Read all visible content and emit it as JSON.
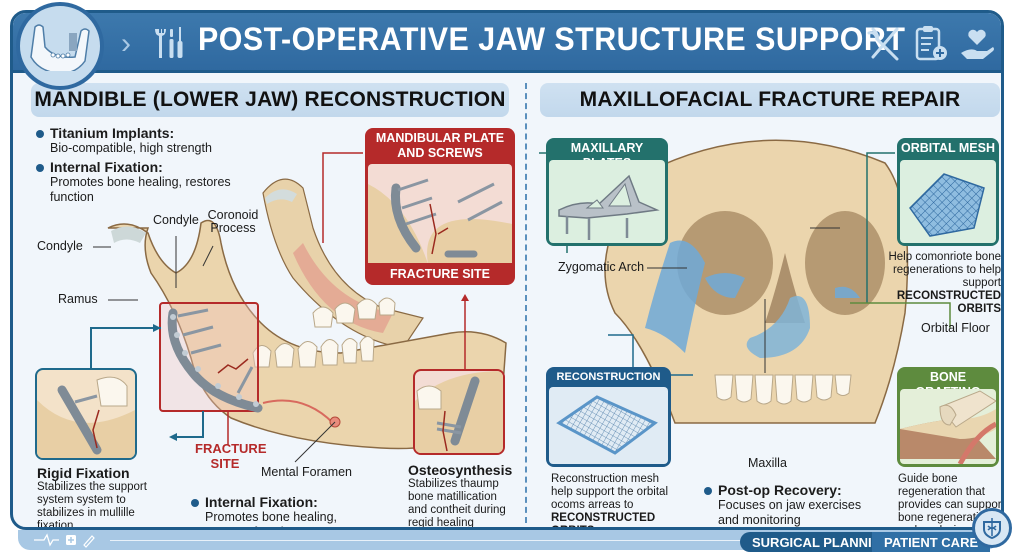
{
  "header": {
    "title": "POST-OPERATIVE JAW STRUCTURE SUPPORT",
    "logo_icon": "mandible-icon",
    "left_icons": [
      "chevron-right-icon",
      "surgical-tools-icon"
    ],
    "right_icons": [
      "surgical-instruments-icon",
      "clipboard-plus-icon",
      "heart-hand-icon"
    ]
  },
  "colors": {
    "primary_blue": "#2f69a0",
    "dark_blue": "#1f5b8a",
    "banner_blue": "#c7dbee",
    "red_accent": "#b52a2a",
    "teal_accent": "#23716c",
    "green_accent": "#5e8b3e",
    "implant_blue": "#6fa9d8",
    "bone": "#e8d2aa"
  },
  "left_section": {
    "title": "MANDIBLE (LOWER JAW) RECONSTRUCTION",
    "bullets": [
      {
        "title": "Titanium Implants:",
        "text": "Bio-compatible, high strength"
      },
      {
        "title": "Internal Fixation:",
        "text": "Promotes bone healing, restores function"
      }
    ],
    "anatomy_labels": {
      "condyle_left": "Condyle",
      "condyle_top": "Condyle",
      "coronoid": "Coronoid Process",
      "ramus": "Ramus",
      "mental_foramen": "Mental Foramen",
      "fracture_site": "FRACTURE SITE"
    },
    "plate_callout": {
      "title": "MANDIBULAR PLATE AND SCREWS",
      "footer": "FRACTURE SITE"
    },
    "rigid_fixation": {
      "title": "Rigid Fixation",
      "text": "Stabilizes the support system system to stabilizes in mullille fixation"
    },
    "bottom_bullet": {
      "title": "Internal Fixation:",
      "text": "Promotes bone healing, restores function"
    },
    "osteosynthesis": {
      "title": "Osteosynthesis",
      "text": "Stabilizes thaump bone matillication and contheit during regid healing"
    }
  },
  "right_section": {
    "title": "MAXILLOFACIAL FRACTURE REPAIR",
    "maxillary_plates": {
      "title": "MAXILLARY PLATES"
    },
    "orbital_mesh": {
      "title": "ORBITAL MESH",
      "text": "Help comonriote bone regenerations to help support",
      "bold": "RECONSTRUCTED ORBITS"
    },
    "anatomy_labels": {
      "zygomatic": "Zygomatic Arch",
      "orbital_floor": "Orbital Floor",
      "maxilla": "Maxilla"
    },
    "reconstruction_mesh": {
      "title": "RECONSTRUCTION MESH",
      "text": "Reconstruction mesh help support the orbital ocoms arreas to",
      "bold": "RECONSTRUCTED ORBITS"
    },
    "bottom_bullet": {
      "title": "Post-op Recovery:",
      "text": "Focuses on jaw exercises and monitoring"
    },
    "bone_grafting": {
      "title": "BONE GRAFTING",
      "text": "Guide bone regeneration that provides can support bone regeneration and analysics."
    }
  },
  "footer": {
    "left_icons": [
      "heartbeat-icon",
      "medical-kit-icon",
      "pen-icon"
    ],
    "tags": [
      "SURGICAL PLANNING",
      "PATIENT CARE"
    ],
    "badge_icon": "caduceus-shield-icon"
  }
}
